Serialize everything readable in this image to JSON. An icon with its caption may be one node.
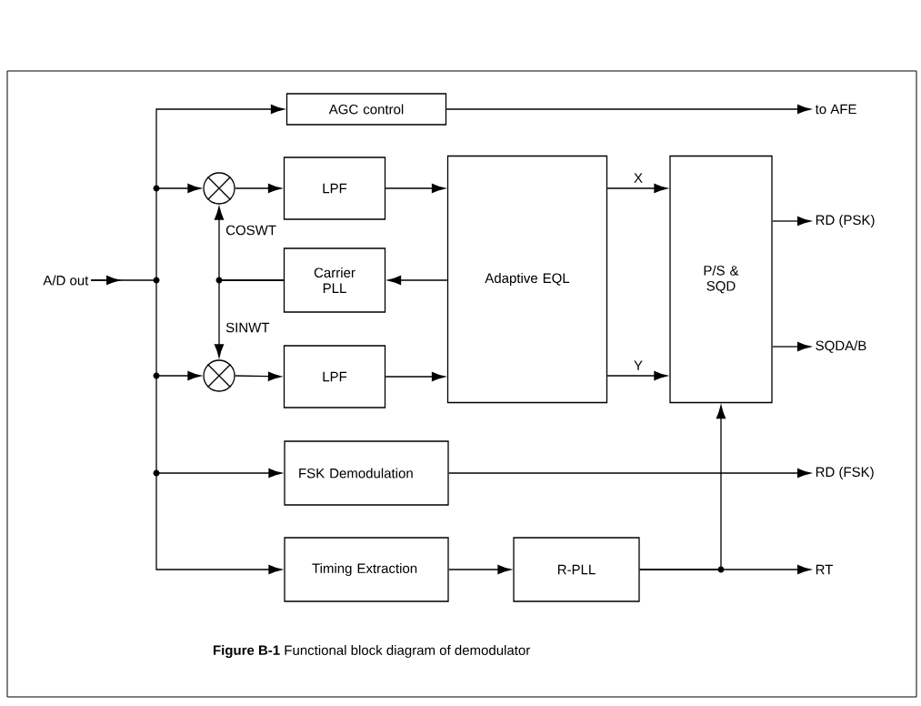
{
  "diagram": {
    "caption": "**Figure B-1** Functional block diagram of demodulator",
    "nodes": [
      {
        "text": [
          "A/D out"
        ]
      },
      {
        "text": [
          "AGC control"
        ]
      },
      {
        "text": [],
        "shape": "circle"
      },
      {
        "text": [
          "LPF"
        ]
      },
      {
        "text": [
          "Adaptive EQL"
        ]
      },
      {
        "text": [
          "P/S & SQD"
        ]
      },
      {
        "text": [
          "Carrier PLL"
        ]
      },
      {
        "text": [],
        "shape": "circle"
      },
      {
        "text": [
          "LPF"
        ]
      },
      {
        "text": [
          "FSK Demodulation"
        ]
      },
      {
        "text": [
          "Timing Extraction"
        ]
      },
      {
        "text": [
          "R-PLL"
        ]
      },
      {
        "text": [
          "to AFE"
        ]
      },
      {
        "text": [
          "RD (PSK)"
        ]
      },
      {
        "text": [
          "SQDA/B"
        ]
      },
      {
        "text": [
          "RD (FSK)"
        ]
      },
      {
        "text": [
          "RT"
        ]
      }
    ],
    "edges": [
      {
        "from": 0,
        "to": 1,
        "arrow": "to"
      },
      {
        "from": 0,
        "to": 2,
        "arrow": "to"
      },
      {
        "from": 0,
        "to": 7,
        "arrow": "to"
      },
      {
        "from": 0,
        "to": 9,
        "arrow": "to"
      },
      {
        "from": 0,
        "to": 10,
        "arrow": "to"
      },
      {
        "from": 2,
        "to": 3,
        "arrow": "to"
      },
      {
        "from": 7,
        "to": 8,
        "arrow": "to"
      },
      {
        "from": 3,
        "to": 4,
        "arrow": "to"
      },
      {
        "from": 8,
        "to": 4,
        "arrow": "to"
      },
      {
        "from": 4,
        "to": 6,
        "arrow": "to"
      },
      {
        "from": 6,
        "to": 2,
        "arrow": "to",
        "label": "COSWT"
      },
      {
        "from": 6,
        "to": 7,
        "arrow": "to",
        "label": "SINWT"
      },
      {
        "from": 4,
        "to": 5,
        "arrow": "to",
        "label": "X"
      },
      {
        "from": 4,
        "to": 5,
        "arrow": "to",
        "label": "Y"
      },
      {
        "from": 1,
        "to": 12,
        "arrow": "to"
      },
      {
        "from": 5,
        "to": 13,
        "arrow": "to"
      },
      {
        "from": 5,
        "to": 14,
        "arrow": "to"
      },
      {
        "from": 9,
        "to": 15,
        "arrow": "to"
      },
      {
        "from": 10,
        "to": 11,
        "arrow": "to"
      },
      {
        "from": 11,
        "to": 16,
        "arrow": "to"
      },
      {
        "from": 11,
        "to": 5,
        "arrow": "to"
      }
    ]
  }
}
